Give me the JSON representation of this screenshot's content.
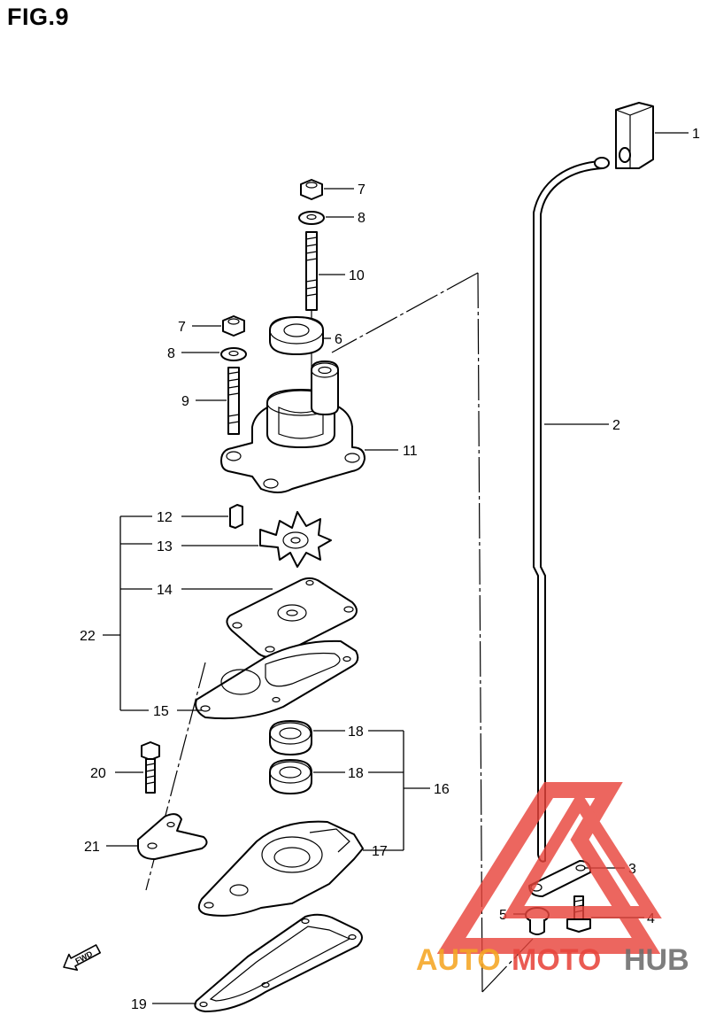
{
  "figure": {
    "title": "FIG.9"
  },
  "labels": {
    "p1": "1",
    "p2": "2",
    "p3": "3",
    "p4": "4",
    "p5": "5",
    "p6": "6",
    "p7a": "7",
    "p7b": "7",
    "p8a": "8",
    "p8b": "8",
    "p9": "9",
    "p10": "10",
    "p11": "11",
    "p12": "12",
    "p13": "13",
    "p14": "14",
    "p15": "15",
    "p16": "16",
    "p17": "17",
    "p18a": "18",
    "p18b": "18",
    "p19": "19",
    "p20": "20",
    "p21": "21",
    "p22": "22"
  },
  "direction_marker": "FWD",
  "watermark": {
    "part1": "AUTO",
    "part2": "MOTO",
    "part3": "HUB"
  },
  "colors": {
    "line": "#000000",
    "watermark_red": "#e8453c",
    "watermark_orange": "#f5a623",
    "watermark_gray": "#6d6d6d"
  }
}
